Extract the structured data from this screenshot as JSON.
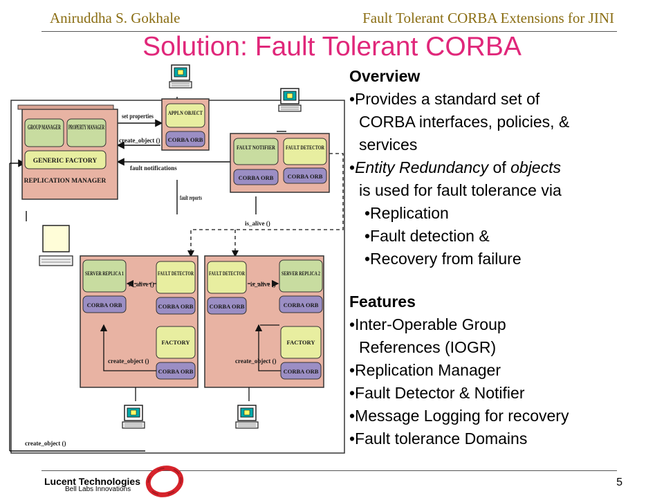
{
  "header": {
    "author": "Aniruddha S. Gokhale",
    "topic": "Fault Tolerant CORBA Extensions for JINI"
  },
  "title": "Solution: Fault Tolerant CORBA",
  "diagram": {
    "replication_manager": "REPLICATION MANAGER",
    "group_manager": "GROUP MANAGER",
    "property_manager": "PROPERTY MANAGER",
    "generic_factory": "GENERIC FACTORY",
    "appln_object": "APPLN OBJECT",
    "corba_orb": "CORBA ORB",
    "fault_notifier": "FAULT NOTIFIER",
    "fault_detector": "FAULT DETECTOR",
    "server_replica_1": "SERVER REPLICA 1",
    "server_replica_2": "SERVER REPLICA 2",
    "factory": "FACTORY",
    "set_properties": "set properties",
    "create_object": "create_object ()",
    "fault_notifications": "fault notifications",
    "fault_reports": "fault reports",
    "is_alive": "is_alive ()"
  },
  "overview": {
    "heading": "Overview",
    "b1a": "•Provides a standard set of",
    "b1b": "CORBA interfaces, policies, &",
    "b1c": "services",
    "b2a_em1": "Entity Redundancy",
    "b2a_mid": " of ",
    "b2a_em2": "objects",
    "b2b": "is used for fault tolerance via",
    "s1": "•Replication",
    "s2": "•Fault detection &",
    "s3": "•Recovery from failure"
  },
  "features": {
    "heading": "Features",
    "f1a": "•Inter-Operable Group",
    "f1b": "References (IOGR)",
    "f2": "•Replication Manager",
    "f3": "•Fault Detector & Notifier",
    "f4": "•Message Logging for recovery",
    "f5": "•Fault tolerance Domains"
  },
  "footer": {
    "logo_name": "Lucent Technologies",
    "logo_sub": "Bell Labs Innovations",
    "page": "5"
  },
  "colors": {
    "title": "#e0277a",
    "header": "#8a6d12",
    "panel": "#e8b3a3",
    "green_box": "#c8dca0",
    "purple_box": "#9b8ec4",
    "yellow_box": "#e8eea0",
    "logo_red": "#d6232b"
  }
}
